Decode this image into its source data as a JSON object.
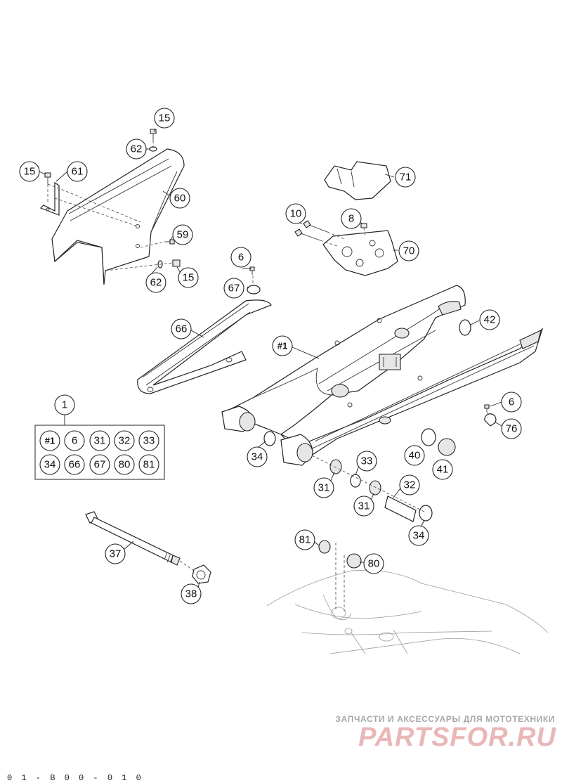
{
  "diagram": {
    "callouts": [
      {
        "label": "15"
      },
      {
        "label": "62"
      },
      {
        "label": "15"
      },
      {
        "label": "61"
      },
      {
        "label": "60"
      },
      {
        "label": "59"
      },
      {
        "label": "62"
      },
      {
        "label": "15"
      },
      {
        "label": "6"
      },
      {
        "label": "67"
      },
      {
        "label": "66"
      },
      {
        "label": "71"
      },
      {
        "label": "10"
      },
      {
        "label": "8"
      },
      {
        "label": "70"
      },
      {
        "label": "42"
      },
      {
        "label": "#1"
      },
      {
        "label": "6"
      },
      {
        "label": "76"
      },
      {
        "label": "40"
      },
      {
        "label": "41"
      },
      {
        "label": "34"
      },
      {
        "label": "33"
      },
      {
        "label": "31"
      },
      {
        "label": "32"
      },
      {
        "label": "31"
      },
      {
        "label": "34"
      },
      {
        "label": "37"
      },
      {
        "label": "38"
      },
      {
        "label": "81"
      },
      {
        "label": "80"
      }
    ],
    "kit": {
      "label": "1",
      "contents": [
        "#1",
        "6",
        "31",
        "32",
        "33",
        "34",
        "66",
        "67",
        "80",
        "81"
      ]
    }
  },
  "watermark": {
    "tagline": "ЗАПЧАСТИ И АКСЕССУАРЫ ДЛЯ МОТОТЕХНИКИ",
    "logo": "PARTSFOR.RU",
    "logo_color": "#e9b7b7"
  },
  "footer": {
    "code": "0 1 - B 0 0 - 0 1 0"
  }
}
